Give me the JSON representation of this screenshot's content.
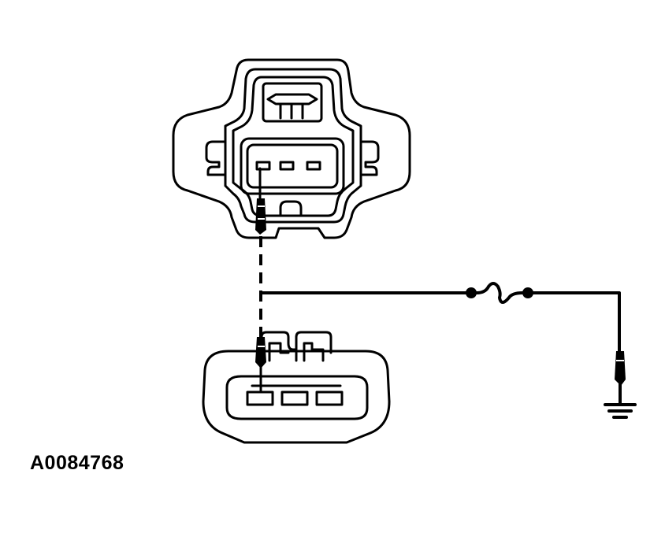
{
  "figure": {
    "reference_id": "A0084768"
  },
  "colors": {
    "line": "#000000",
    "background": "#ffffff"
  },
  "components": {
    "upper_connector": {
      "icon": "three-pin-sensor-connector-icon",
      "pins": 3
    },
    "lower_connector": {
      "icon": "three-pin-harness-connector-icon",
      "pins": 3
    },
    "fuse": {
      "icon": "fuse-icon"
    },
    "ground": {
      "icon": "ground-symbol-icon"
    }
  }
}
